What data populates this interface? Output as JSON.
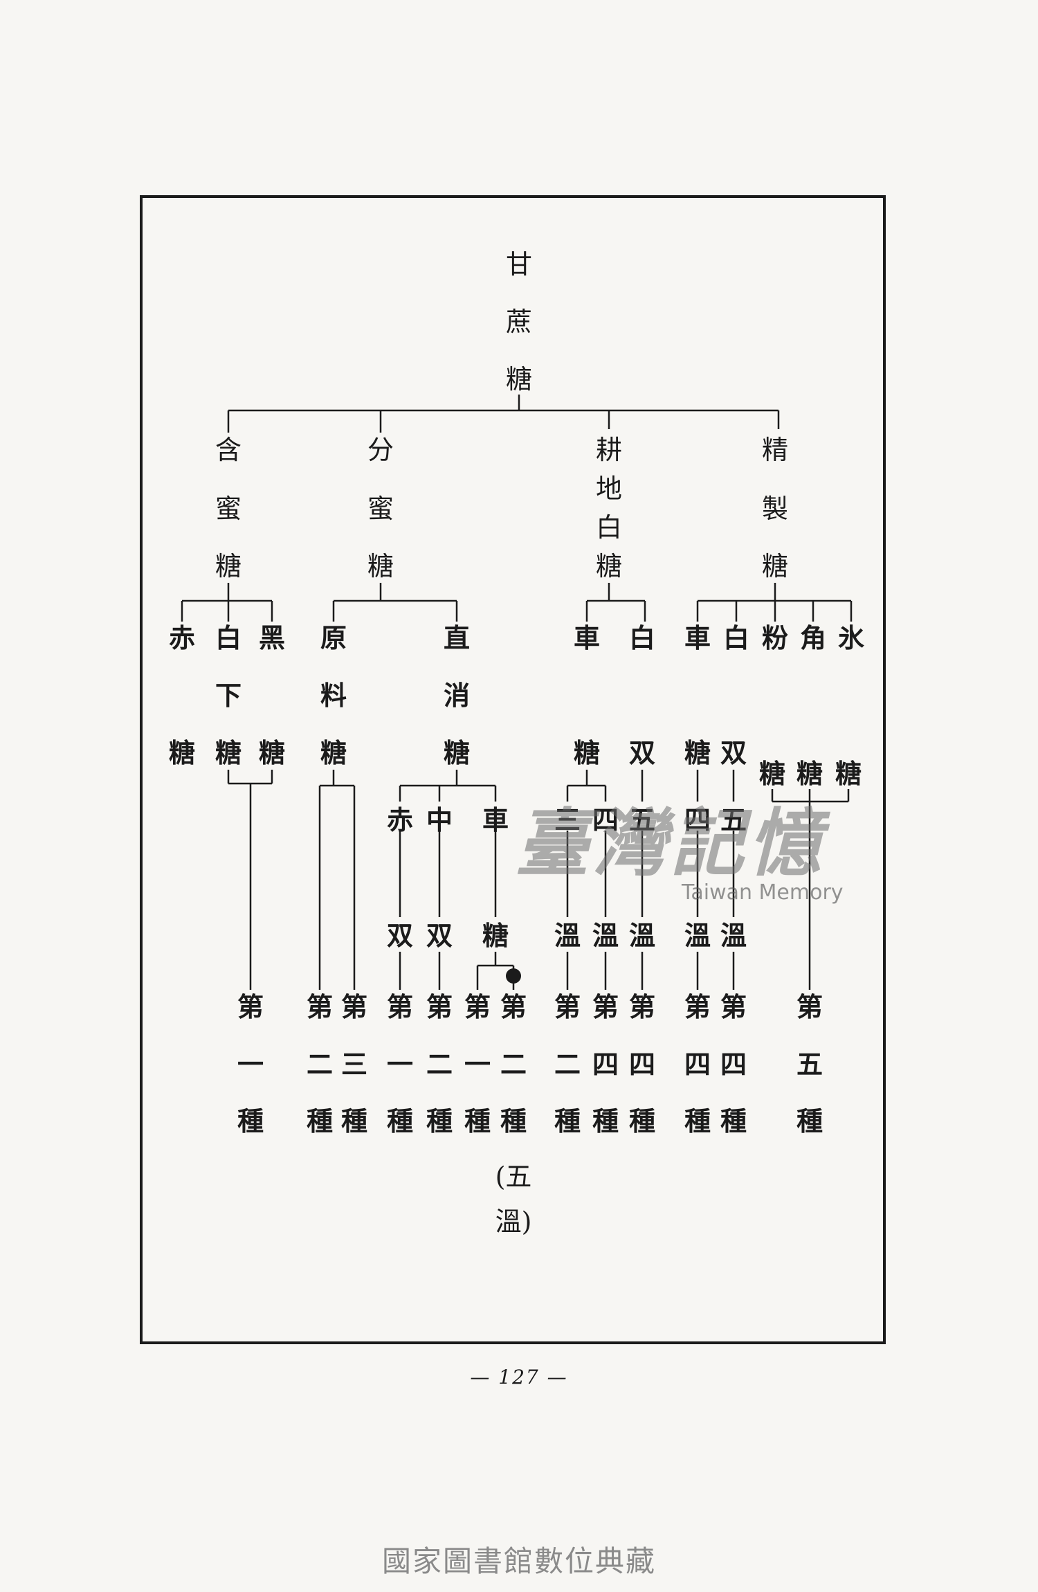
{
  "page_number": "— 127 —",
  "watermark": {
    "chinese": "臺灣記憶",
    "english": "Taiwan Memory"
  },
  "footer": "國家圖書館數位典藏",
  "tree": {
    "root": [
      "甘",
      "蔗",
      "糖"
    ],
    "cat_ganmi": [
      "含",
      "蜜",
      "糖"
    ],
    "cat_fenmi": [
      "分",
      "蜜",
      "糖"
    ],
    "cat_gengdi": [
      "耕",
      "地",
      "白",
      "糖"
    ],
    "cat_jingzhi": [
      "精",
      "製",
      "糖"
    ],
    "g_chi": [
      "赤",
      "糖"
    ],
    "g_baixia": [
      "白",
      "下",
      "糖"
    ],
    "g_hei": [
      "黑",
      "糖"
    ],
    "f_yuanliao": [
      "原",
      "料",
      "糖"
    ],
    "f_zhixiao": [
      "直",
      "消",
      "糖"
    ],
    "z_chi": "赤",
    "z_zhong": "中",
    "z_che": "車",
    "z_shuang1": "双",
    "z_shuang2": "双",
    "z_tang": "糖",
    "e_che": "車",
    "e_bai": "白",
    "e_tang": "糖",
    "e_shuang": "双",
    "e_san": "三",
    "e_si": "四",
    "e_wu": "五",
    "e_wen1": "溫",
    "e_wen2": "溫",
    "e_wen3": "溫",
    "j_che": "車",
    "j_bai": "白",
    "j_fen": "粉",
    "j_jiao": "角",
    "j_bing": "氷",
    "j_tang1": "糖",
    "j_shuang": "双",
    "j_si": "四",
    "j_wu": "五",
    "j_wen1": "溫",
    "j_wen2": "溫",
    "j_tang3": "糖",
    "j_tang4": "糖",
    "j_tang5": "糖",
    "d_di": "第",
    "d_zhong": "種",
    "d_nums": [
      "一",
      "二",
      "三",
      "一",
      "二",
      "一",
      "二",
      "二",
      "四",
      "四",
      "四",
      "四",
      "五"
    ],
    "paren_note": [
      "(五",
      "溫)"
    ]
  }
}
